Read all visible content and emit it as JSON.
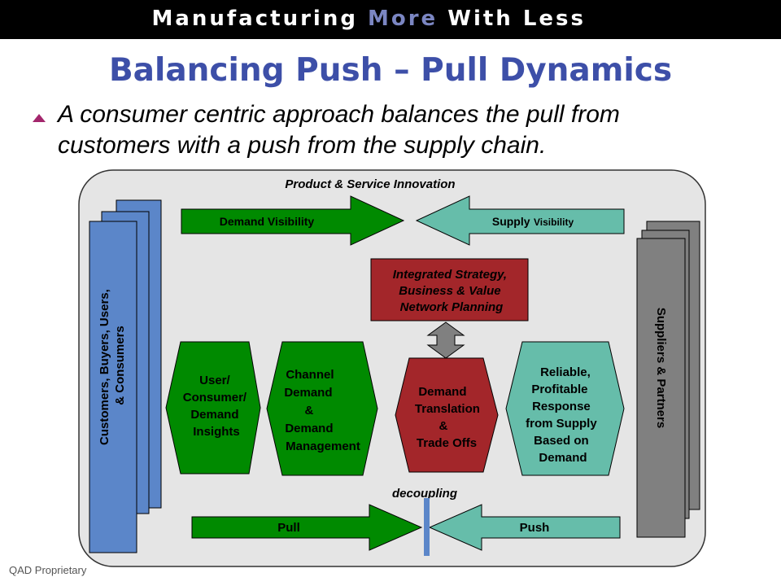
{
  "header": {
    "banner_part1": "Manufacturing",
    "banner_accent": "More",
    "banner_part2": "With Less",
    "title": "Balancing Push – Pull Dynamics"
  },
  "bullet": {
    "text": "A consumer centric approach balances the pull from customers with a push from the supply chain."
  },
  "diagram": {
    "top_label": "Product & Service Innovation",
    "demand_visibility": "Demand Visibility",
    "supply_visibility_main": "Supply",
    "supply_visibility_small": "Visibility",
    "left_stack": [
      "Customers, Buyers, Users,",
      "& Consumers"
    ],
    "right_stack": "Suppliers & Partners",
    "integrated": [
      "Integrated Strategy,",
      "Business & Value",
      "Network Planning"
    ],
    "hex1": [
      "User/",
      "Consumer/",
      "Demand",
      "Insights"
    ],
    "hex2": [
      "Channel",
      "Demand",
      "&",
      "Demand",
      "Management"
    ],
    "hex3": [
      "Demand",
      "Translation",
      "&",
      "Trade Offs"
    ],
    "hex4": [
      "Reliable,",
      "Profitable",
      "Response",
      "from Supply",
      "Based on",
      "Demand"
    ],
    "decoupling": "decoupling",
    "pull": "Pull",
    "push": "Push"
  },
  "footer": {
    "text": "QAD Proprietary"
  },
  "colors": {
    "banner_bg": "#000000",
    "title_blue": "#3d4fa8",
    "green": "#008a00",
    "teal": "#66bdaa",
    "dark_red": "#a3262a",
    "blue_panel": "#5b86c9",
    "gray_panel": "#808080",
    "bullet_magenta": "#a3266c",
    "container_bg": "#e5e5e5"
  }
}
